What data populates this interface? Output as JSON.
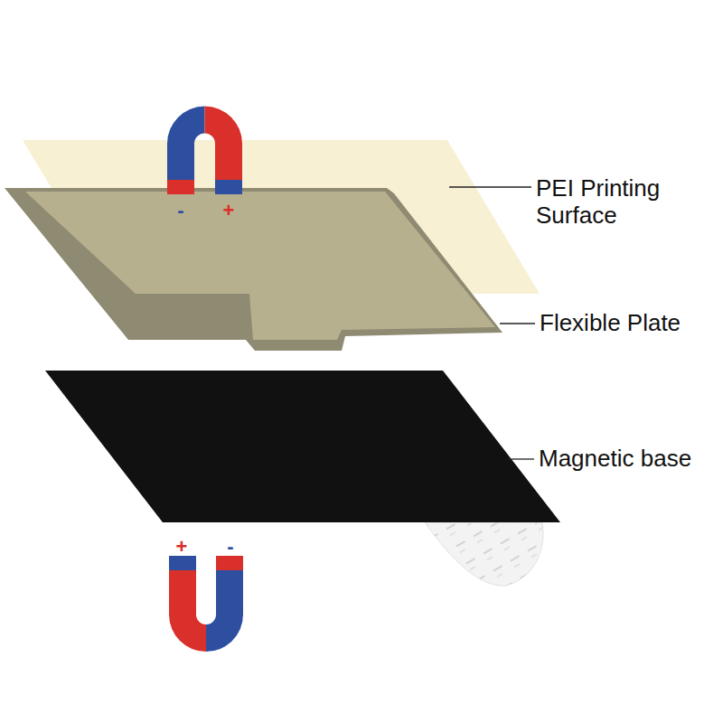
{
  "diagram": {
    "labels": [
      "PEI Printing Surface",
      "Flexible Plate",
      "Magnetic base",
      "-",
      "+",
      "+",
      "-"
    ]
  }
}
